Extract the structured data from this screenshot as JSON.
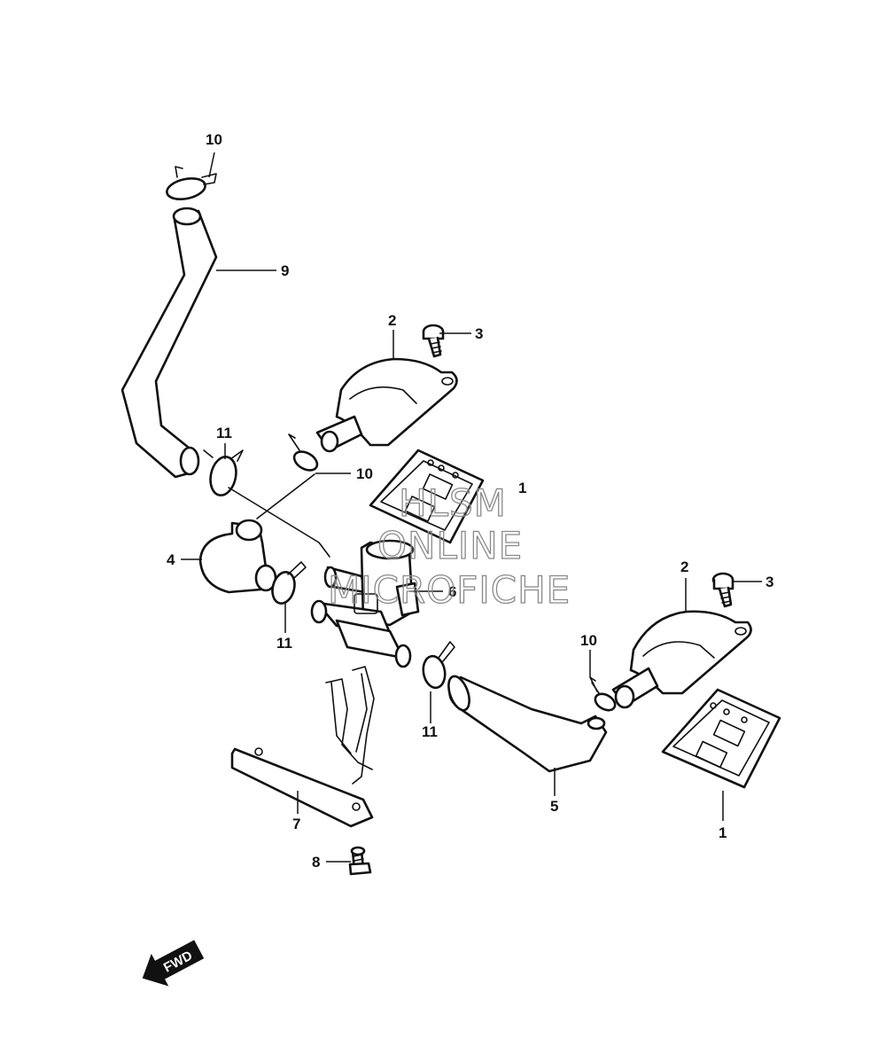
{
  "callouts": {
    "c10_top": "10",
    "c9": "9",
    "c2_upper": "2",
    "c3_upper": "3",
    "c11_upper": "11",
    "c10_mid": "10",
    "c1_upper": "1",
    "c4": "4",
    "c6": "6",
    "c11_lower": "11",
    "c2_lower": "2",
    "c3_lower": "3",
    "c10_right": "10",
    "c11_mid": "11",
    "c7": "7",
    "c5": "5",
    "c1_lower": "1",
    "c8": "8"
  },
  "watermark": {
    "line1": "HLSM",
    "line2": "ONLINE",
    "line3": "MICROFICHE"
  },
  "fwd_label": "FWD"
}
